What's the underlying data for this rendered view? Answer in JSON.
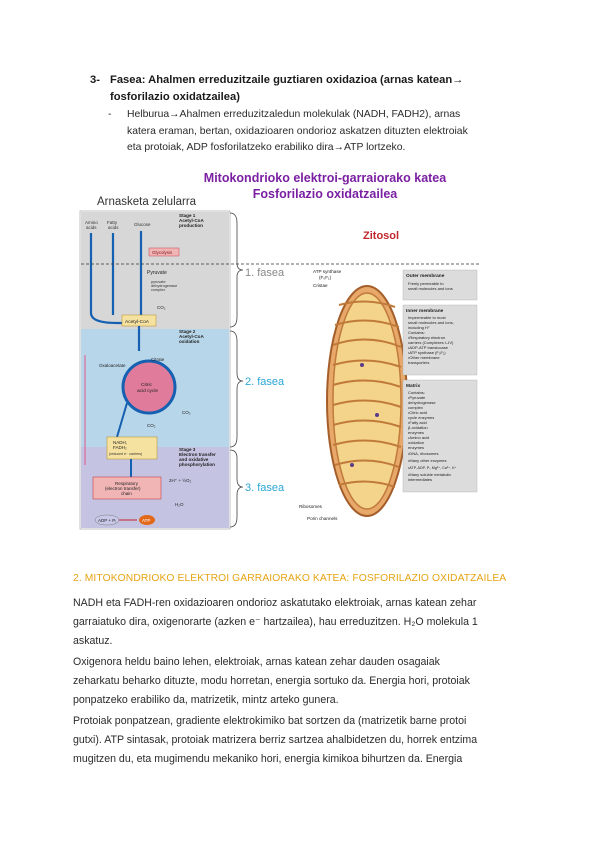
{
  "heading": {
    "number": "3-",
    "line1": "Fasea: Ahalmen erreduzitzaile guztiaren oxidazioa (arnas katean→",
    "line2": "fosforilazio oxidatzailea)"
  },
  "bullet": {
    "dash": "-",
    "lines": [
      "Helburua→Ahalmen erreduzitzaledun molekulak (NADH, FADH2), arnas",
      "katera eraman, bertan, oxidazioaren ondorioz askatzen dituzten elektroiak",
      "eta protoiak, ADP fosforilatzeko erabiliko dira→ATP lortzeko."
    ]
  },
  "figure": {
    "title_line1": "Mitokondrioko elektroi-garraiorako katea",
    "title_line2": "Fosforilazio oxidatzailea",
    "left_title": "Arnasketa zelularra",
    "zitosol": "Zitosol",
    "phases": [
      "1. fasea",
      "2. fasea",
      "3. fasea"
    ],
    "stage1": [
      "Stage 1",
      "Acetyl-CoA",
      "production"
    ],
    "stage2": [
      "Stage 2",
      "Acetyl-CoA",
      "oxidation"
    ],
    "stage3": [
      "Stage 3",
      "Electron transfer",
      "and oxidative",
      "phosphorylation"
    ],
    "inputs": [
      "Amino",
      "acids",
      "Fatty",
      "acids",
      "Glucose"
    ],
    "glycolysis": "Glycolysis",
    "pyruvate": "Pyruvate",
    "pdh": [
      "pyruvate",
      "dehydrogenase",
      "complex"
    ],
    "acetyl": "Acetyl-CoA",
    "oxaloacetate": "Oxaloacetate",
    "citrate": "Citrate",
    "citric": [
      "Citric",
      "acid cycle"
    ],
    "co2": "CO₂",
    "nadh": [
      "NADH,",
      "FADH₂",
      "(reduced e⁻ carriers)"
    ],
    "h_o2": "2H⁺ + ½O₂",
    "h2o": "H₂O",
    "resp": [
      "Respiratory",
      "(electron transfer)",
      "chain"
    ],
    "adp": "ADP + Pᵢ",
    "atp": "ATP",
    "mito_labels_left": [
      "ATP synthase",
      "(F₀F₁)",
      "Cristae",
      "Ribosomes",
      "Porin channels"
    ],
    "outer": [
      "Outer membrane",
      "Freely permeable to",
      "small molecules and ions"
    ],
    "inner": [
      "Inner membrane",
      "Impermeable to most",
      "small molecules and ions,",
      "including H⁺",
      "Contains:",
      "•Respiratory electron",
      "carriers (Complexes I–IV)",
      "•ADP-ATP translocase",
      "•ATP synthase (F₀F₁)",
      "•Other membrane",
      "transporters"
    ],
    "matrix": [
      "Matrix",
      "Contains:",
      "•Pyruvate",
      "dehydrogenase",
      "complex",
      "•Citric acid",
      "cycle enzymes",
      "•Fatty acid",
      "β-oxidation",
      "enzymes",
      "•Amino acid",
      "oxidation",
      "enzymes",
      "•DNA, ribosomes",
      "•Many other enzymes",
      "•ATP, ADP, Pᵢ, Mg²⁺, Ca²⁺, K⁺",
      "•Many soluble metabolic",
      "intermediates"
    ]
  },
  "section_title": "2. MITOKONDRIOKO ELEKTROI GARRAIORAKO KATEA: FOSFORILAZIO OXIDATZAILEA",
  "paragraphs": [
    {
      "lines": [
        "NADH eta FADH-ren oxidazioaren ondorioz askatutako elektroiak, arnas katean zehar",
        "garraiatuko dira, oxigenorarte (azken e⁻ hartzailea), hau erreduzitzen. H₂O molekula 1",
        "askatuz."
      ]
    },
    {
      "lines": [
        "Oxigenora heldu baino lehen, elektroiak, arnas katean zehar dauden osagaiak",
        "zeharkatu beharko dituzte, modu horretan, energia sortuko da. Energia hori, protoiak",
        "ponpatzeko erabiliko da, matrizetik, mintz arteko gunera."
      ]
    },
    {
      "lines": [
        "Protoiak ponpatzean, gradiente elektrokimiko bat sortzen da (matrizetik barne protoi",
        "gutxi). ATP sintasak, protoiak matrizera berriz sartzea ahalbidetzen du, horrek entzima",
        "mugitzen du, eta mugimendu mekaniko hori, energia kimikoa bihurtzen da. Energia"
      ]
    }
  ],
  "colors": {
    "section_title": "#e6a414",
    "figure_title": "#7a1fa2",
    "zitosol": "#c0262d",
    "phase_grey": "#888888",
    "phase_blue": "#2aa6d6"
  }
}
